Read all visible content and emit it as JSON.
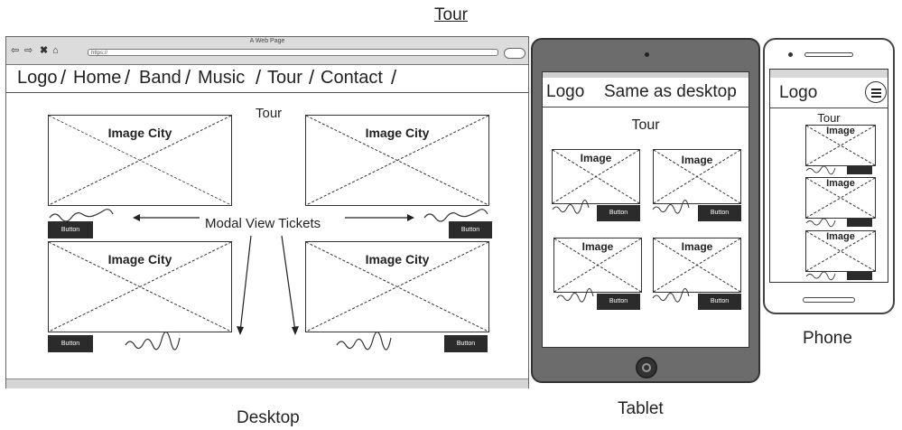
{
  "title": "Tour",
  "captions": {
    "desktop": "Desktop",
    "tablet": "Tablet",
    "phone": "Phone"
  },
  "desktop": {
    "window_title": "A Web Page",
    "url": "https://",
    "nav": [
      "Logo",
      "Home",
      "Band",
      "Music",
      "Tour",
      "Contact"
    ],
    "page_heading": "Tour",
    "image_label": "Image City",
    "button_label": "Button",
    "annotation": "Modal View Tickets"
  },
  "tablet": {
    "logo": "Logo",
    "note": "Same as desktop",
    "heading": "Tour",
    "image_label": "Image",
    "button_label": "Button"
  },
  "phone": {
    "logo": "Logo",
    "heading": "Tour",
    "image_label": "Image"
  },
  "icons": [
    "back-arrow-icon",
    "forward-arrow-icon",
    "close-icon",
    "home-icon",
    "hamburger-menu-icon",
    "tablet-home-button-icon"
  ]
}
